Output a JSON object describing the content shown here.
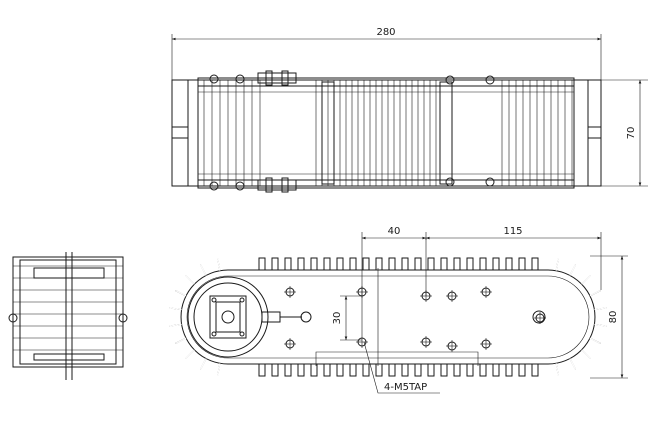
{
  "dimensions": {
    "top_length": "280",
    "top_height": "70",
    "side_spacing_a": "40",
    "side_spacing_b": "115",
    "side_height": "80",
    "hole_spacing": "30"
  },
  "callout": {
    "tap_holes": "4-M5TAP"
  }
}
